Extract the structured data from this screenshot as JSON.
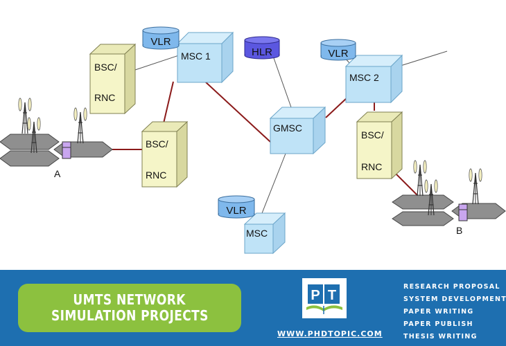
{
  "diagram": {
    "nodes": {
      "msc1": "MSC 1",
      "msc2": "MSC 2",
      "gmsc": "GMSC",
      "msc3": "MSC",
      "vlr1": "VLR",
      "vlr2": "VLR",
      "vlr3": "VLR",
      "hlr": "HLR",
      "bsc_top_line1": "BSC/",
      "bsc_top_line2": "RNC",
      "bsc_mid_line1": "BSC/",
      "bsc_mid_line2": "RNC",
      "bsc_right_line1": "BSC/",
      "bsc_right_line2": "RNC"
    },
    "cells": {
      "a": "A",
      "b": "B"
    },
    "colors": {
      "cube_face": "#bfe3f7",
      "cube_edge": "#6ba5c9",
      "bsc_face": "#f5f5c8",
      "bsc_side": "#d8d8a0",
      "vlr_fill": "#7fb8ec",
      "hlr_fill": "#5b57e0",
      "link_red": "#8b1a1a",
      "link_gray": "#555555",
      "hex_fill": "#8f8f8f"
    }
  },
  "banner": {
    "title_line1": "UMTS NETWORK",
    "title_line2": "SIMULATION PROJECTS",
    "logo_letters": [
      "P",
      "T"
    ],
    "website": "WWW.PHDTOPIC.COM",
    "services": [
      "RESEARCH PROPOSAL",
      "SYSTEM DEVELOPMENT",
      "PAPER WRITING",
      "PAPER PUBLISH",
      "THESIS WRITING"
    ],
    "colors": {
      "background": "#1e6fb0",
      "pill": "#8cc13f",
      "text": "#ffffff"
    }
  }
}
